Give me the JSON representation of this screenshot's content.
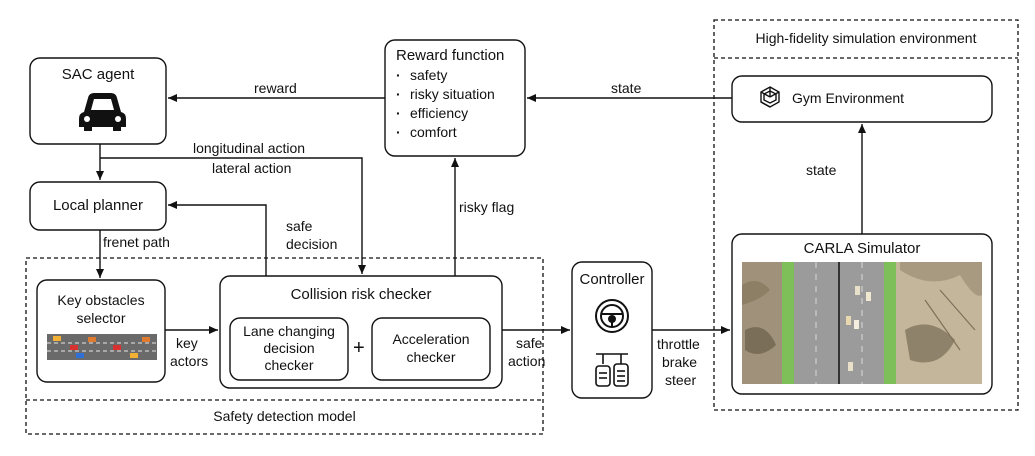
{
  "hf_env": {
    "title": "High-fidelity simulation environment"
  },
  "gym": {
    "label": "Gym Environment",
    "icon": "gym-logo-icon"
  },
  "carla": {
    "label": "CARLA Simulator"
  },
  "sac": {
    "label": "SAC agent",
    "icon": "car-icon"
  },
  "reward_fn": {
    "title": "Reward function",
    "items": [
      "safety",
      "risky situation",
      "efficiency",
      "comfort"
    ]
  },
  "local_planner": {
    "label": "Local planner"
  },
  "key_obstacles": {
    "label_line1": "Key obstacles",
    "label_line2": "selector"
  },
  "collision": {
    "title": "Collision risk checker"
  },
  "lane_checker": {
    "line1": "Lane changing",
    "line2": "decision",
    "line3": "checker"
  },
  "accel_checker": {
    "line1": "Acceleration",
    "line2": "checker"
  },
  "plus": "+",
  "controller": {
    "label": "Controller",
    "wheel_icon": "steering-wheel-icon",
    "pedal_icon": "pedals-icon"
  },
  "safety_model": {
    "title": "Safety detection model"
  },
  "edges": {
    "reward": "reward",
    "state_top": "state",
    "state_right": "state",
    "long_action": "longitudinal action",
    "lat_action": "lateral action",
    "risky_flag": "risky flag",
    "safe_decision_1": "safe",
    "safe_decision_2": "decision",
    "frenet_path": "frenet path",
    "key_actors_1": "key",
    "key_actors_2": "actors",
    "safe_action_1": "safe",
    "safe_action_2": "action",
    "throttle": "throttle",
    "brake": "brake",
    "steer": "steer"
  }
}
